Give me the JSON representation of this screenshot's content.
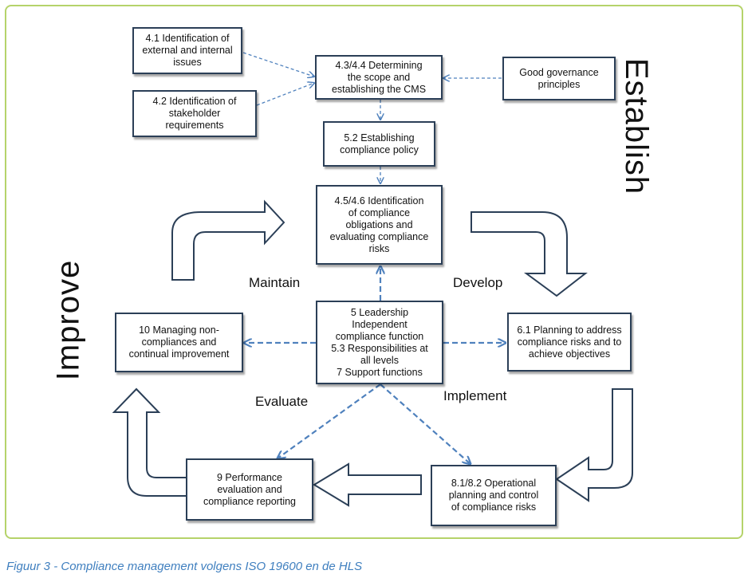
{
  "boxes": {
    "b41": "4.1 Identification of\nexternal and internal\nissues",
    "b42": "4.2 Identification  of\nstakeholder\nrequirements",
    "b43": "4.3/4.4 Determining\nthe  scope and\nestablishing the  CMS",
    "good": "Good governance\nprinciples",
    "b52": "5.2 Establishing\ncompliance  policy",
    "b45": "4.5/4.6 Identification\nof compliance\nobligations and\nevaluating compliance\nrisks",
    "b5": "5 Leadership\nIndependent\ncompliance function\n5.3 Responsibilities  at\nall levels\n7 Support functions",
    "b10": "10 Managing non-\ncompliances  and\ncontinual improvement",
    "b61": "6.1 Planning to address\ncompliance risks and to\nachieve objectives",
    "b9": "9 Performance\nevaluation and\ncompliance reporting",
    "b81": "8.1/8.2 Operational\nplanning  and  control\nof compliance risks"
  },
  "labels": {
    "maintain": "Maintain",
    "develop": "Develop",
    "evaluate": "Evaluate",
    "implement": "Implement",
    "establish": "Establish",
    "improve": "Improve"
  },
  "caption": "Figuur 3 - Compliance management volgens ISO 19600 en de HLS",
  "colors": {
    "frame": "#b5d36a",
    "box_border": "#2b3f57",
    "dashed_arrow": "#4f81bd",
    "block_arrow": "#2b3f57",
    "caption": "#3f7fbf"
  }
}
